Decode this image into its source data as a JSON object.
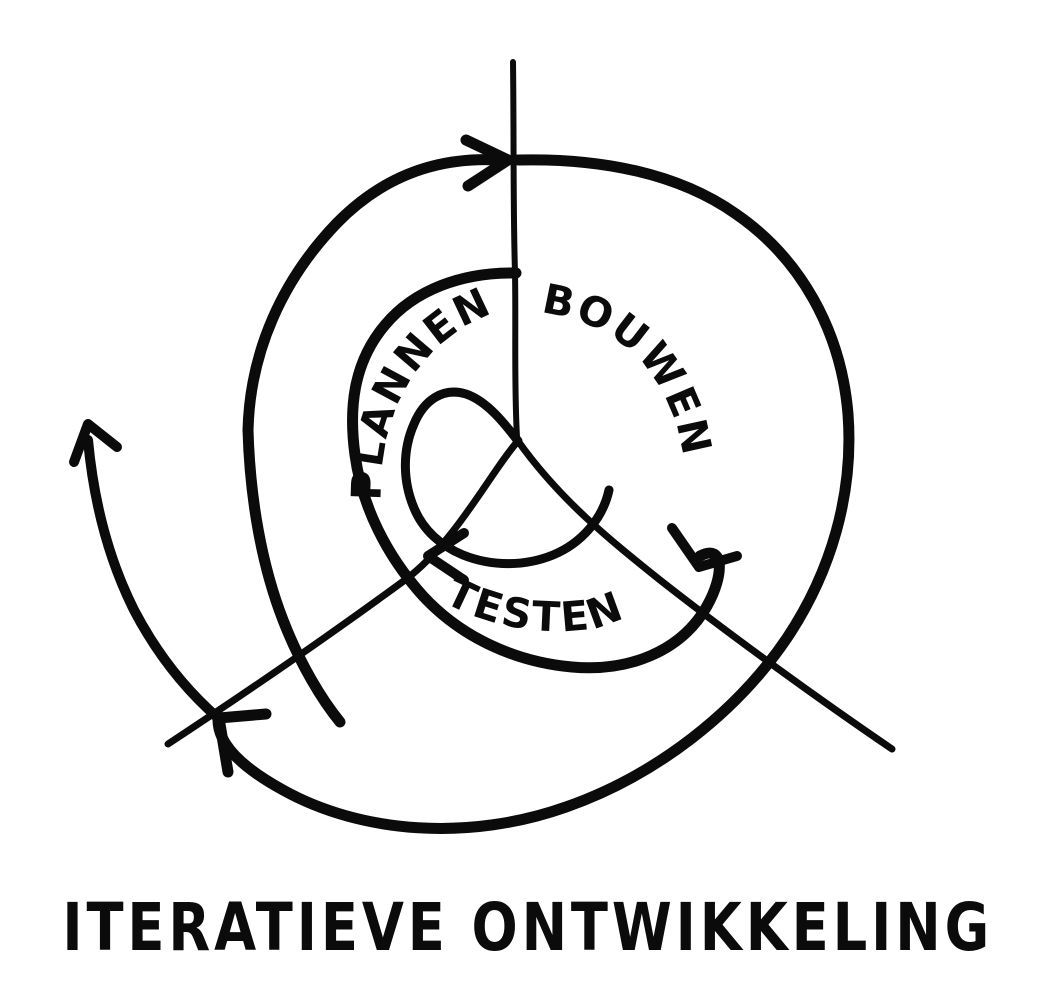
{
  "diagram": {
    "kind": "hand-drawn-spiral-lifecycle",
    "caption": "ITERATIEVE ONTWIKKELING",
    "background_color": "#ffffff",
    "ink_color": "#0b0b0b",
    "phases": [
      {
        "id": "plannen",
        "label": "PLANNEN",
        "sector": "upper-left"
      },
      {
        "id": "bouwen",
        "label": "BOUWEN",
        "sector": "upper-right"
      },
      {
        "id": "testen",
        "label": "TESTEN",
        "sector": "bottom"
      }
    ],
    "arrowheads": [
      {
        "id": "inner-arrow",
        "direction": "left",
        "at": "inner loop end, below hub"
      },
      {
        "id": "middle-arrow",
        "direction": "down-right",
        "at": "middle loop end, lower right"
      },
      {
        "id": "top-arrow",
        "direction": "right",
        "at": "outer loop crossing vertical axis, top"
      },
      {
        "id": "bottom-arrow",
        "direction": "up-left",
        "at": "outer loop end, lower left"
      },
      {
        "id": "tail-arrow",
        "direction": "up",
        "at": "outermost tail end, far left"
      }
    ],
    "divider_lines": [
      {
        "id": "vertical-axis",
        "from": "top edge",
        "to": "hub"
      },
      {
        "id": "diagonal-axis",
        "from": "upper-left",
        "to": "lower-right"
      }
    ]
  }
}
